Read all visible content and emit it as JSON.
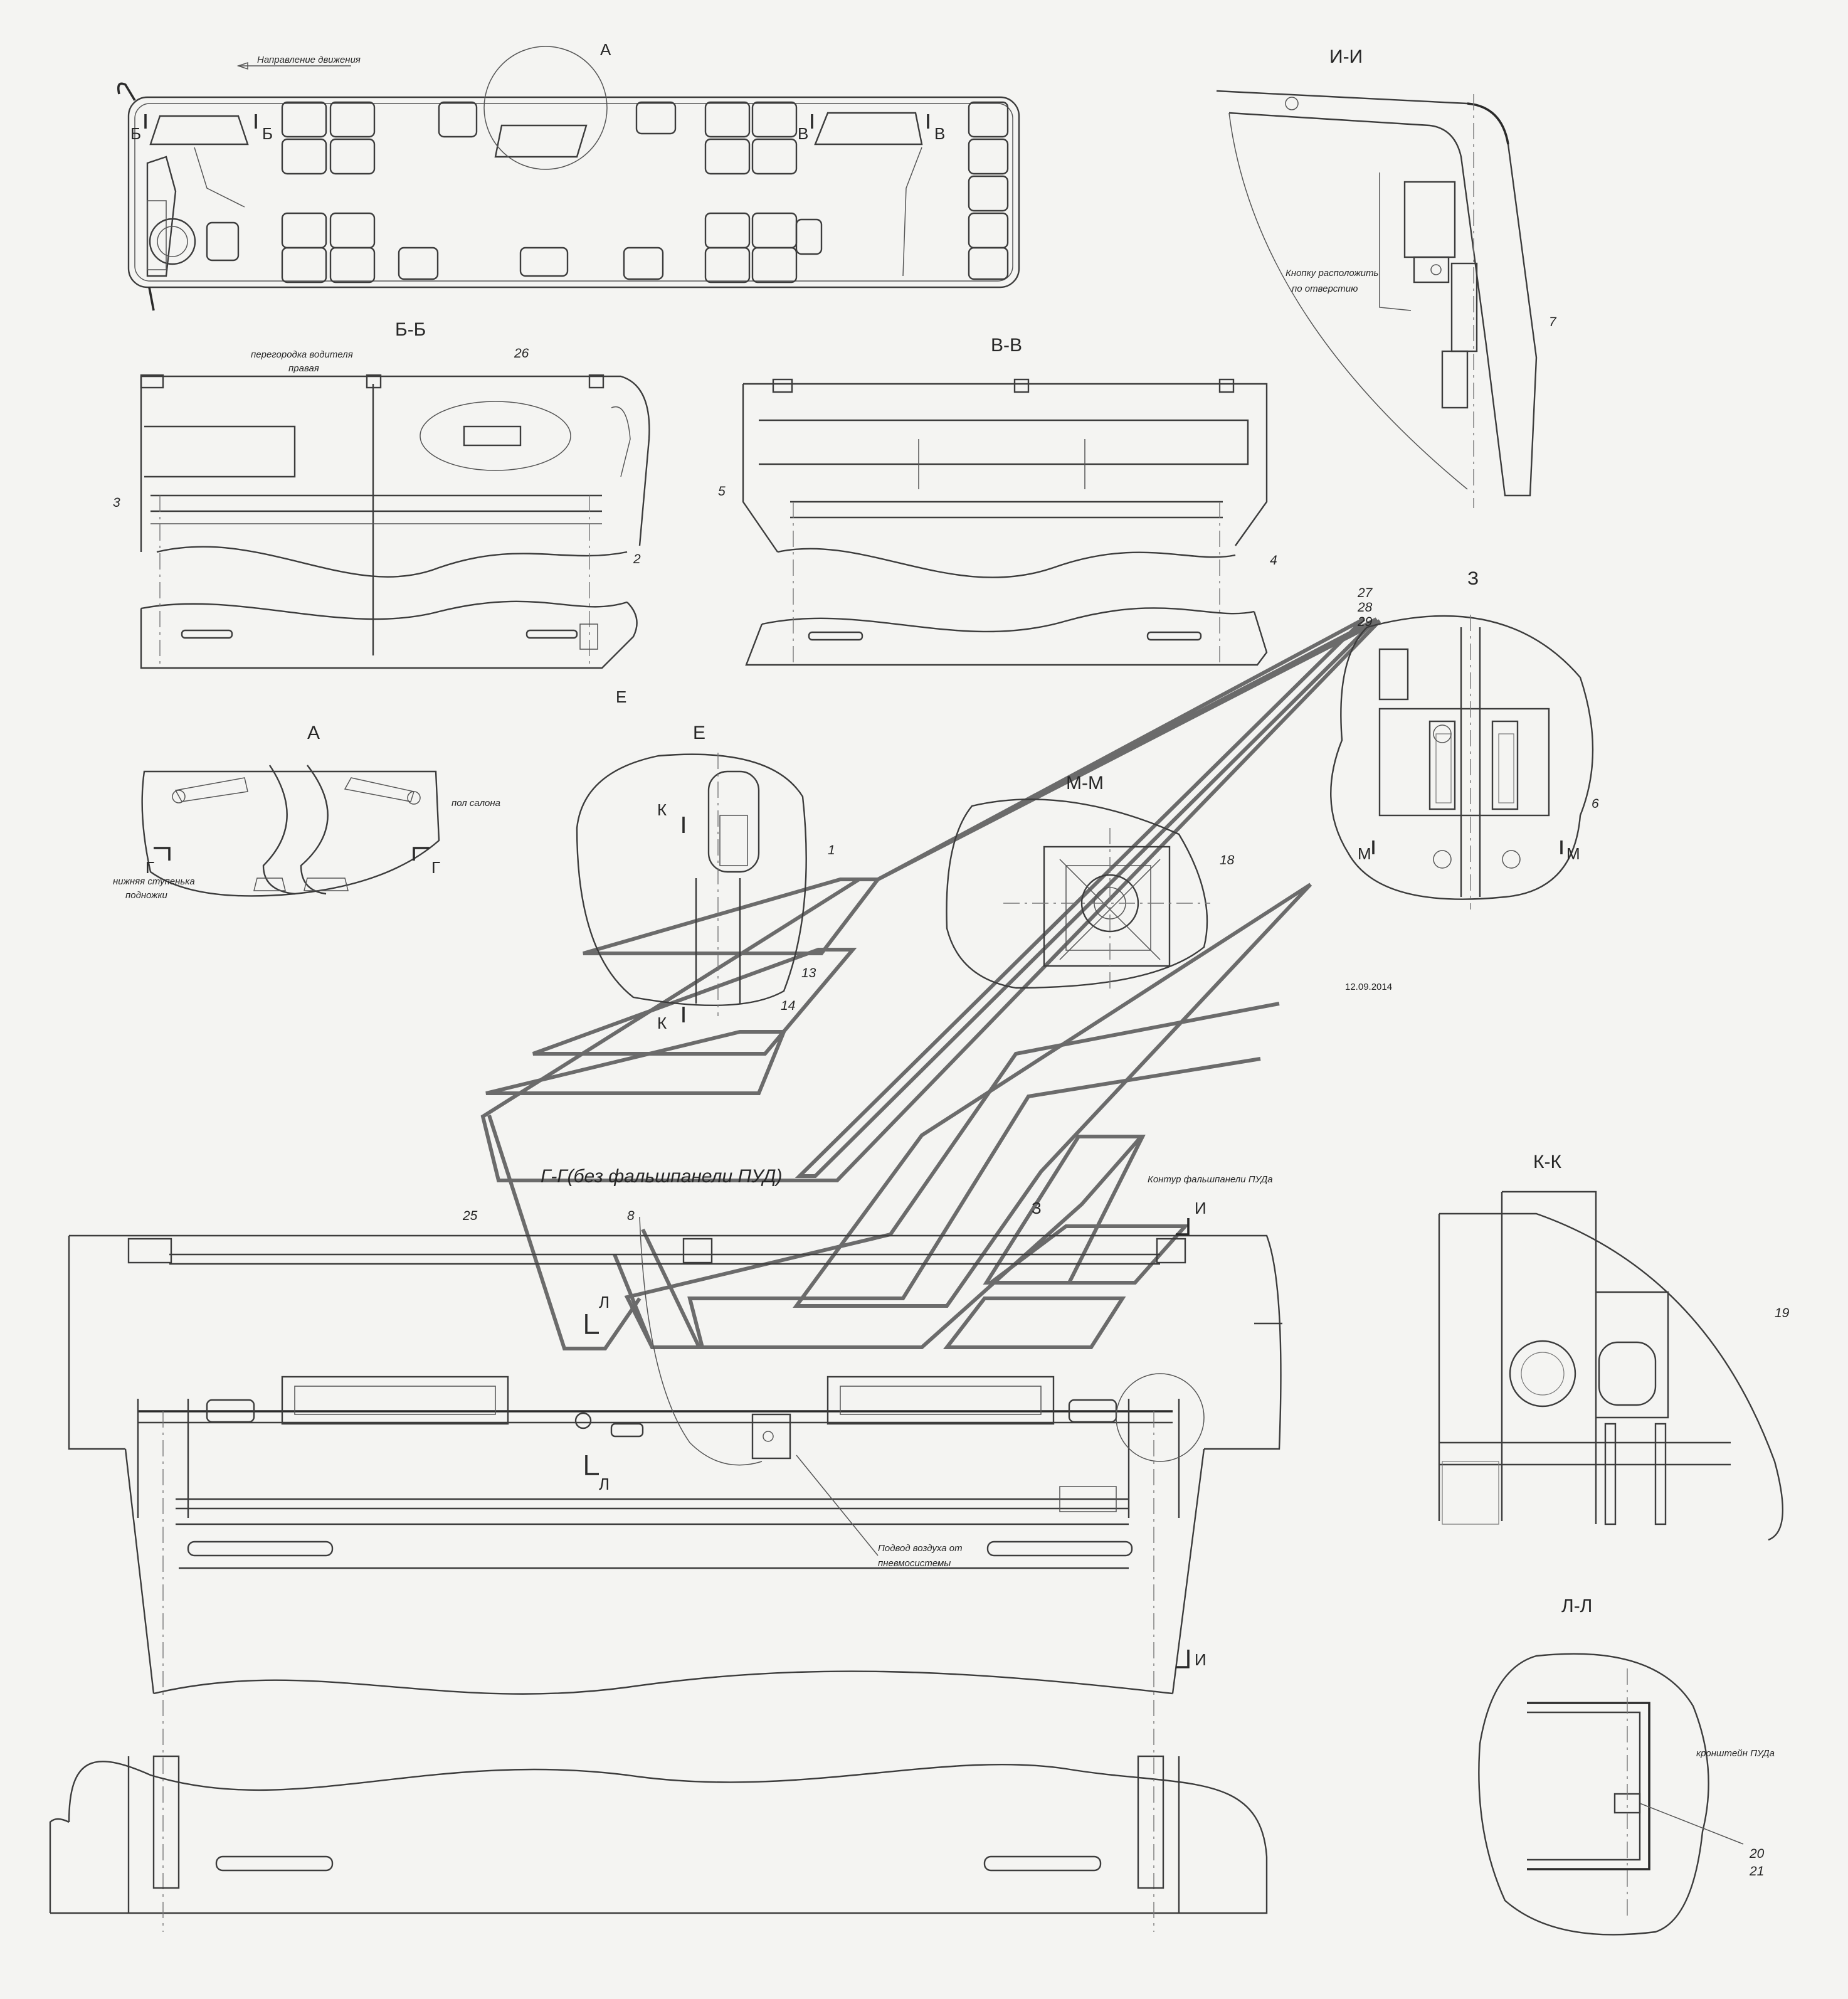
{
  "top_plan": {
    "direction_note": "Направление движения",
    "view_A_marker": "А",
    "cut_B_left": "Б",
    "cut_B_right": "Б",
    "cut_V_left": "В",
    "cut_V_right": "В"
  },
  "view_BB": {
    "title": "Б-Б",
    "note": "перегородка водителя",
    "note2": "правая",
    "pos_26": "26",
    "pos_3": "3",
    "pos_2": "2",
    "marker_E": "Е"
  },
  "view_VV": {
    "title": "В-В",
    "pos_5": "5",
    "pos_4": "4"
  },
  "view_II": {
    "title": "И-И",
    "note_line1": "Кнопку расположить",
    "note_line2": "по отверстию",
    "pos_7": "7"
  },
  "view_A": {
    "title": "А",
    "floor_note": "пол салона",
    "step_note_1": "нижняя ступенька",
    "step_note_2": "подножки",
    "cut_G_left": "Г",
    "cut_G_right": "Г"
  },
  "view_E": {
    "title": "Е",
    "cut_K_top": "К",
    "cut_K_bottom": "К",
    "pos_1": "1",
    "pos_13": "13",
    "pos_14": "14"
  },
  "view_MM": {
    "title": "М-М",
    "pos_18": "18"
  },
  "view_Z": {
    "title": "З",
    "pos_27": "27",
    "pos_28": "28",
    "pos_29": "29",
    "pos_6": "6",
    "cut_M_left": "М",
    "cut_M_right": "М"
  },
  "date": "12.09.2014",
  "view_GG": {
    "title": "Г-Г(без фальшпанели ПУД)",
    "pos_25": "25",
    "pos_8": "8",
    "marker_Z": "З",
    "contour_note": "Контур фальшпанели ПУДа",
    "cut_I_top": "И",
    "cut_I_bottom": "И",
    "cut_L_top": "Л",
    "cut_L_bottom": "Л",
    "air_note_1": "Подвод воздуха от",
    "air_note_2": "пневмосистемы"
  },
  "view_KK": {
    "title": "К-К",
    "pos_19": "19"
  },
  "view_LL": {
    "title": "Л-Л",
    "bracket_note": "кронштейн ПУДа",
    "pos_20": "20",
    "pos_21": "21"
  }
}
